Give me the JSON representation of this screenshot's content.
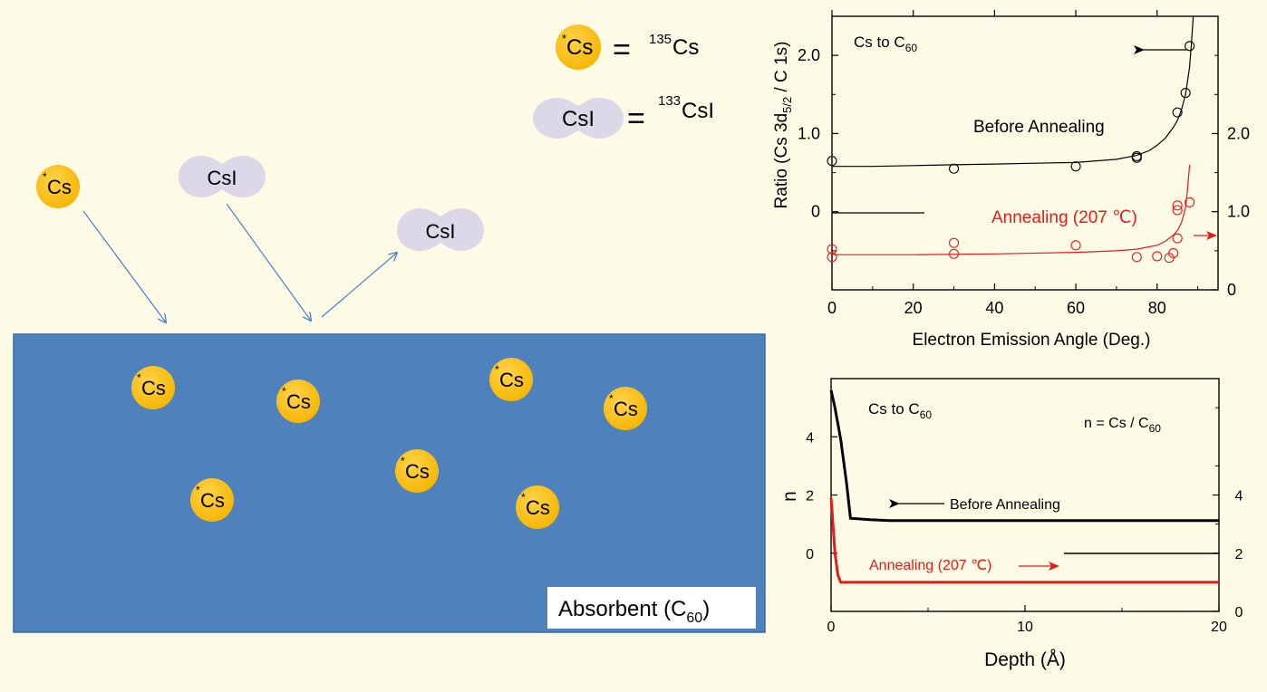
{
  "legend": {
    "cs_token": "Cs",
    "cs_mark": "*",
    "eq": "=",
    "cs_iso_mass": "135",
    "cs_iso_sym": "Cs",
    "csi_token": "CsI",
    "csi_iso_mass": "133",
    "csi_iso_sym": "CsI"
  },
  "scene": {
    "incoming_cs": "Cs",
    "incoming_csi": "CsI",
    "reflected_csi": "CsI",
    "absorbent_label": "Absorbent (C",
    "absorbent_sub": "60",
    "absorbent_close": ")",
    "embedded_cs_count": 7
  },
  "colors": {
    "background": "#fdfbe6",
    "absorbent": "#4f81bd",
    "cs_ball": "#fbc111",
    "csi_blob": "#dcd8e8",
    "arrow": "#4a7fcf",
    "before": "#000000",
    "annealed": "#e31b1b"
  },
  "chart_data": [
    {
      "type": "scatter",
      "title": "Cs to C",
      "title_sub": "60",
      "xlabel": "Electron Emission Angle (Deg.)",
      "ylabel_pre": "Ratio (Cs 3d",
      "ylabel_sub": "5/2",
      "ylabel_post": " / C 1s)",
      "xlim": [
        0,
        95
      ],
      "ylim_left": [
        -1.0,
        2.5
      ],
      "ylim_right": [
        0,
        3.5
      ],
      "xticks": [
        0,
        20,
        40,
        60,
        80
      ],
      "yticks_left": [
        0,
        1.0,
        2.0
      ],
      "ytick_labels_left": [
        "0",
        "1.0",
        "2.0"
      ],
      "yticks_right": [
        0,
        1.0,
        2.0
      ],
      "ytick_labels_right": [
        "0",
        "1.0",
        "2.0"
      ],
      "series": [
        {
          "name": "Before Annealing",
          "color": "#000000",
          "axis": "left",
          "points": [
            [
              0,
              0.65
            ],
            [
              30,
              0.55
            ],
            [
              60,
              0.58
            ],
            [
              75,
              0.69
            ],
            [
              75,
              0.71
            ],
            [
              85,
              1.27
            ],
            [
              87,
              1.52
            ],
            [
              88,
              2.12
            ]
          ],
          "fit": [
            [
              0,
              0.58
            ],
            [
              10,
              0.58
            ],
            [
              20,
              0.59
            ],
            [
              30,
              0.6
            ],
            [
              40,
              0.61
            ],
            [
              50,
              0.62
            ],
            [
              60,
              0.63
            ],
            [
              70,
              0.67
            ],
            [
              75,
              0.72
            ],
            [
              78,
              0.78
            ],
            [
              80,
              0.85
            ],
            [
              82,
              0.94
            ],
            [
              84,
              1.08
            ],
            [
              85,
              1.17
            ],
            [
              86,
              1.3
            ],
            [
              87,
              1.5
            ],
            [
              88,
              1.85
            ],
            [
              88.5,
              2.2
            ],
            [
              88.9,
              2.6
            ]
          ]
        },
        {
          "name": "Annealing (207 ℃)",
          "color": "#e31b1b",
          "axis": "right",
          "points": [
            [
              0,
              0.52
            ],
            [
              0,
              0.42
            ],
            [
              30,
              0.6
            ],
            [
              30,
              0.46
            ],
            [
              60,
              0.57
            ],
            [
              75,
              0.42
            ],
            [
              80,
              0.43
            ],
            [
              83,
              0.41
            ],
            [
              84,
              0.47
            ],
            [
              85,
              0.66
            ],
            [
              85,
              1.02
            ],
            [
              85,
              1.08
            ],
            [
              88,
              1.12
            ]
          ],
          "fit": [
            [
              0,
              0.45
            ],
            [
              20,
              0.45
            ],
            [
              40,
              0.46
            ],
            [
              60,
              0.48
            ],
            [
              70,
              0.5
            ],
            [
              75,
              0.52
            ],
            [
              80,
              0.57
            ],
            [
              82,
              0.62
            ],
            [
              84,
              0.7
            ],
            [
              85,
              0.76
            ],
            [
              86,
              0.86
            ],
            [
              87,
              1.05
            ],
            [
              87.5,
              1.3
            ],
            [
              88,
              1.6
            ]
          ]
        }
      ],
      "before_label": "Before Annealing",
      "anneal_label": "Annealing (207 ℃)"
    },
    {
      "type": "line",
      "title": "Cs to C",
      "title_sub": "60",
      "definition_pre": "n = Cs / C",
      "definition_sub": "60",
      "xlabel": "Depth (Å)",
      "ylabel": "n",
      "xlim": [
        0,
        20
      ],
      "ylim_left": [
        -2,
        6
      ],
      "ylim_right": [
        0,
        8
      ],
      "xticks": [
        0,
        10,
        20
      ],
      "yticks_left": [
        0,
        2,
        4
      ],
      "yticks_right": [
        0,
        2,
        4
      ],
      "series": [
        {
          "name": "Before Annealing",
          "color": "#000000",
          "axis": "left",
          "points": [
            [
              0,
              5.6
            ],
            [
              0.2,
              5.0
            ],
            [
              0.5,
              3.9
            ],
            [
              0.8,
              2.4
            ],
            [
              1.0,
              1.2
            ],
            [
              2,
              1.15
            ],
            [
              3,
              1.12
            ],
            [
              5,
              1.12
            ],
            [
              10,
              1.12
            ],
            [
              15,
              1.12
            ],
            [
              20,
              1.12
            ]
          ]
        },
        {
          "name": "Annealing (207 ℃)",
          "color": "#e31b1b",
          "axis": "right",
          "points": [
            [
              0,
              3.9
            ],
            [
              0.1,
              3.0
            ],
            [
              0.2,
              2.0
            ],
            [
              0.35,
              1.25
            ],
            [
              0.5,
              1.0
            ],
            [
              2,
              1.0
            ],
            [
              10,
              1.0
            ],
            [
              20,
              1.0
            ]
          ]
        }
      ],
      "before_label": "Before Annealing",
      "anneal_label": "Annealing (207 ℃)"
    }
  ]
}
